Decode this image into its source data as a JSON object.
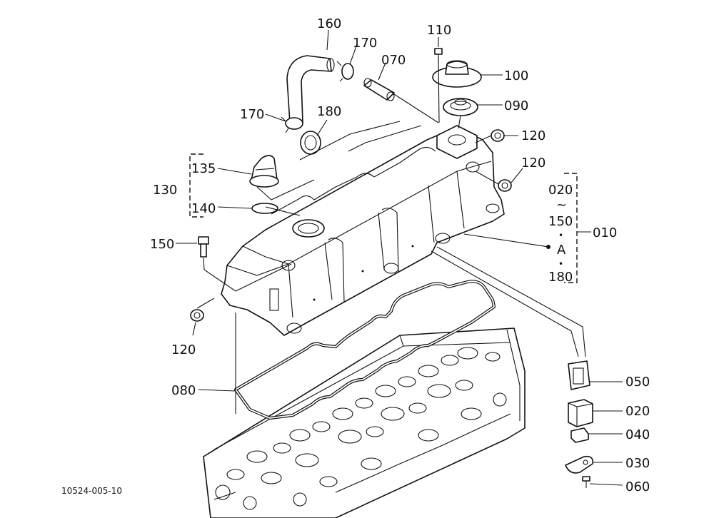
{
  "callouts": {
    "p160": "160",
    "p170a": "170",
    "p070": "070",
    "p110": "110",
    "p100": "100",
    "p090": "090",
    "p170b": "170",
    "p180": "180",
    "p120a": "120",
    "p120b": "120",
    "p130": "130",
    "p135": "135",
    "p140": "140",
    "p150": "150",
    "p120c": "120",
    "p080": "080",
    "p050": "050",
    "p020": "020",
    "p040": "040",
    "p030": "030",
    "p060": "060"
  },
  "assembly": {
    "range_start": "020",
    "tilde": "~",
    "range_mid": "150",
    "bullet": "•",
    "variant": "A",
    "range_end": "180",
    "label": "010"
  },
  "drawing_code": "10524-005-10"
}
